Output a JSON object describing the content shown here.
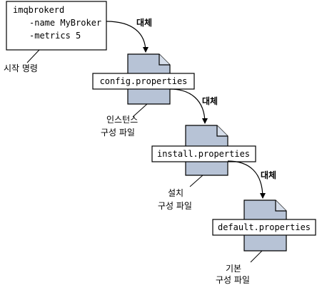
{
  "command_box": {
    "line1": "imqbrokerd",
    "line2": "-name MyBroker",
    "line3": "-metrics 5",
    "label": "시작 명령"
  },
  "files": [
    {
      "name": "config.properties",
      "label_line1": "인스턴스",
      "label_line2": "구성 파일"
    },
    {
      "name": "install.properties",
      "label_line1": "설치",
      "label_line2": "구성 파일"
    },
    {
      "name": "default.properties",
      "label_line1": "기본",
      "label_line2": "구성 파일"
    }
  ],
  "override_labels": [
    "대체",
    "대체",
    "대체"
  ],
  "colors": {
    "doc_fill": "#b7c3d6",
    "stroke": "#000000",
    "box_fill": "#ffffff"
  }
}
